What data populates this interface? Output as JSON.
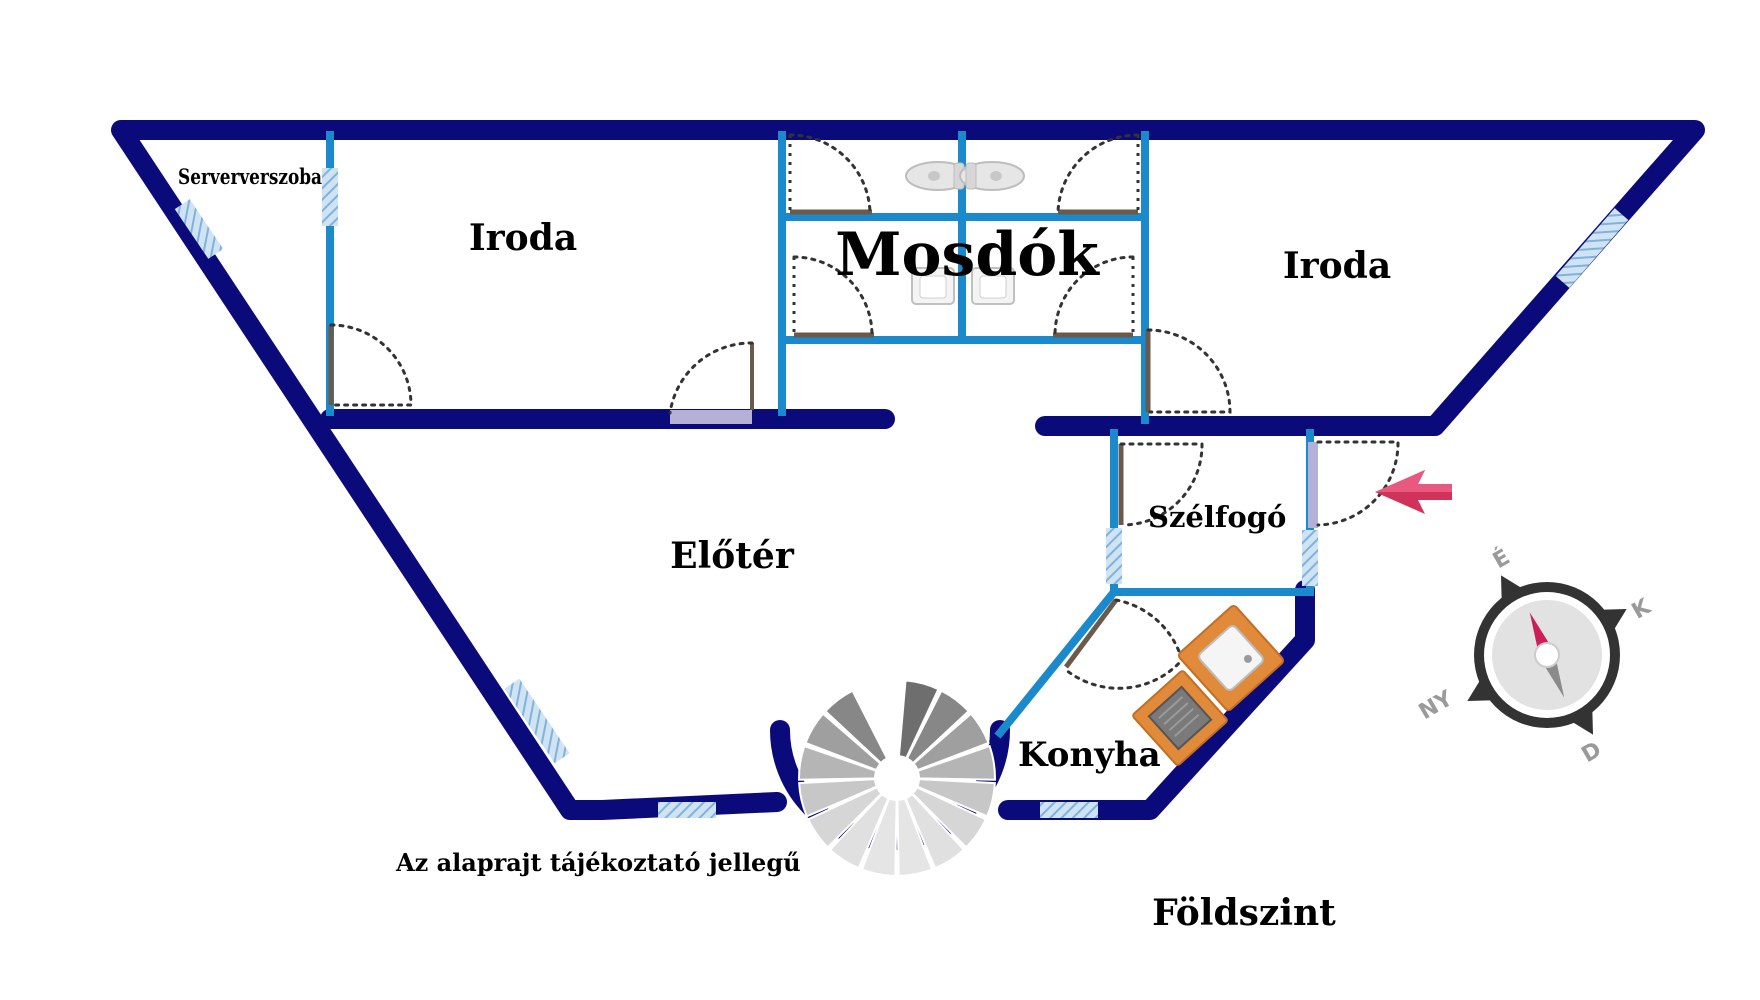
{
  "colors": {
    "outer_wall": "#0a0a7a",
    "inner_wall": "#1a8acc",
    "window": "#a8cde8",
    "door_arc": "#333333",
    "door_leaf": "#6b5a4a",
    "entrance_arrow": "#d0325a",
    "kitchen_counter": "#e08a3a",
    "compass_needle_north": "#cc1f5a"
  },
  "rooms": {
    "server_room": "Serververszoba",
    "office_left": "Iroda",
    "restrooms": "Mosdók",
    "office_right": "Iroda",
    "vestibule": "Szélfogó",
    "hall": "Előtér",
    "kitchen": "Konyha"
  },
  "notes": {
    "disclaimer": "Az alaprajt tájékoztató jellegű",
    "floor_name": "Földszint"
  },
  "compass": {
    "north": "É",
    "east": "K",
    "south": "D",
    "west": "NY"
  },
  "icons": {
    "entrance": "entrance-arrow-icon",
    "compass": "compass-icon",
    "stairs": "spiral-staircase-icon"
  }
}
